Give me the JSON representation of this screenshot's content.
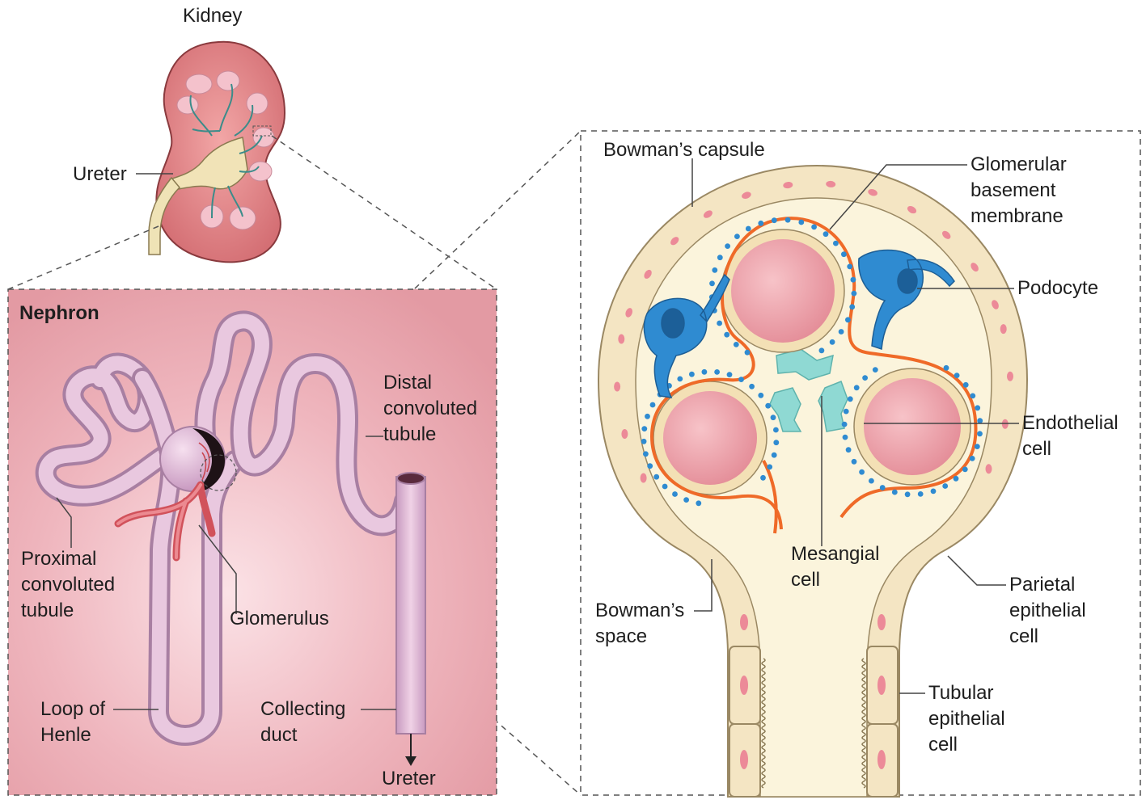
{
  "kidney": {
    "title": "Kidney",
    "ureter_label": "Ureter"
  },
  "nephron": {
    "title": "Nephron",
    "labels": {
      "distal": [
        "Distal",
        "convoluted",
        "tubule"
      ],
      "proximal": [
        "Proximal",
        "convoluted",
        "tubule"
      ],
      "glomerulus": "Glomerulus",
      "loop": [
        "Loop of",
        "Henle"
      ],
      "collecting": [
        "Collecting",
        "duct"
      ],
      "ureter": "Ureter"
    }
  },
  "glomerulus_detail": {
    "labels": {
      "bowmans_capsule": "Bowman’s capsule",
      "gbm": [
        "Glomerular",
        "basement",
        "membrane"
      ],
      "podocyte": "Podocyte",
      "endothelial": [
        "Endothelial",
        "cell"
      ],
      "mesangial": [
        "Mesangial",
        "cell"
      ],
      "bowmans_space": [
        "Bowman’s",
        "space"
      ],
      "parietal": [
        "Parietal",
        "epithelial",
        "cell"
      ],
      "tubular": [
        "Tubular",
        "epithelial",
        "cell"
      ]
    }
  },
  "colors": {
    "kidney_fill": "#dc7d80",
    "nephron_bg": "#e9a5ad",
    "tubule": "#dcb3cf",
    "capsule_cell": "#f3e2be",
    "capsule_space": "#fbf4dc",
    "capillary": "#eb9aa3",
    "gbm": "#f07a36",
    "podocyte": "#2c8ad0",
    "mesangial": "#8fd9d3"
  }
}
